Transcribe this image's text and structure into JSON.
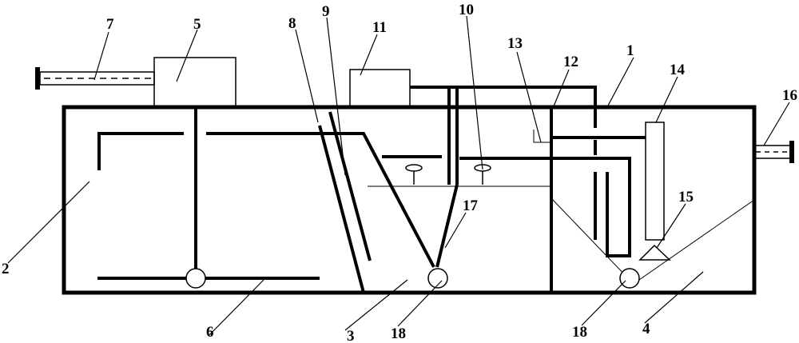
{
  "labels": {
    "l1": "1",
    "l2": "2",
    "l3": "3",
    "l4": "4",
    "l5": "5",
    "l6": "6",
    "l7": "7",
    "l8": "8",
    "l9": "9",
    "l10": "10",
    "l11": "11",
    "l12": "12",
    "l13": "13",
    "l14": "14",
    "l15": "15",
    "l16": "16",
    "l17": "17",
    "l18a": "18",
    "l18b": "18"
  }
}
